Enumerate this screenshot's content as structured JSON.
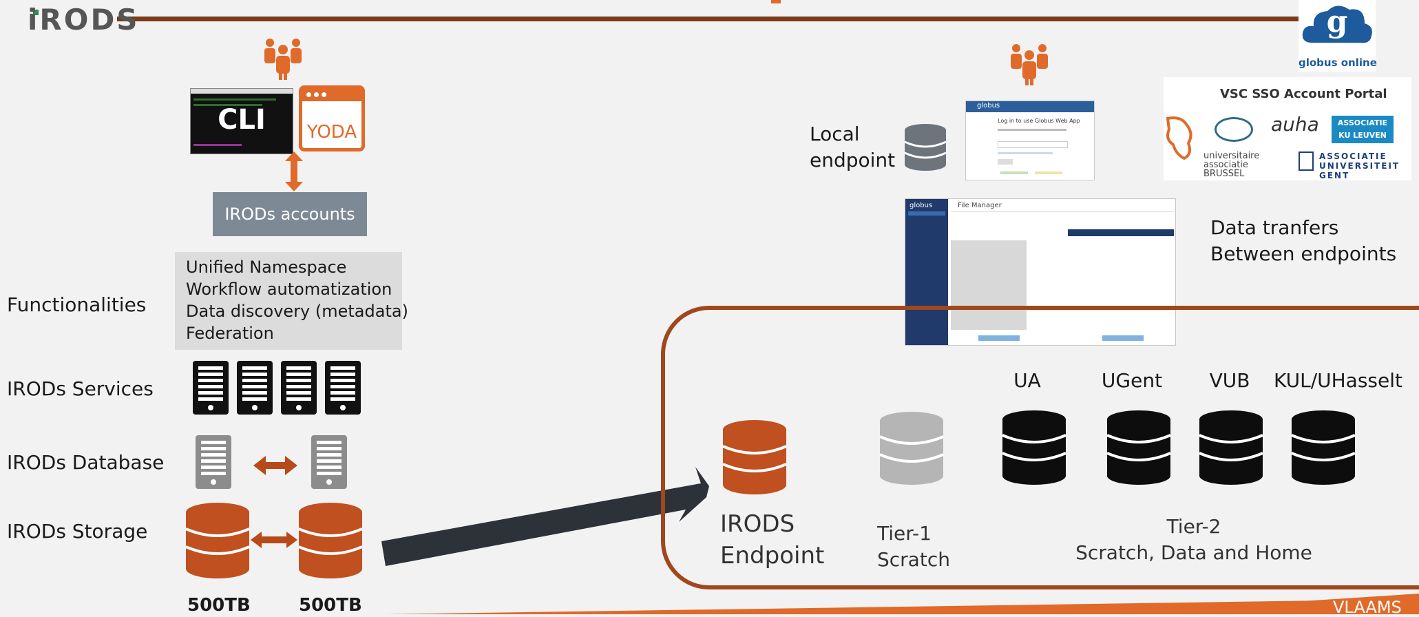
{
  "logo": {
    "text": "iRODS"
  },
  "left": {
    "cli_label": "CLI",
    "yoda_label": "YODA",
    "accounts_label": "IRODs accounts",
    "functionalities_label": "Functionalities",
    "functionalities": [
      "Unified Namespace",
      "Workflow automatization",
      "Data discovery (metadata)",
      "Federation"
    ],
    "services_label": "IRODs Services",
    "database_label": "IRODs Database",
    "storage_label": "IRODs Storage",
    "storage_sizes": [
      "500TB",
      "500TB"
    ]
  },
  "right": {
    "local_endpoint": [
      "Local",
      "endpoint"
    ],
    "globus_caption": "globus online",
    "sso_title": "VSC SSO Account Portal",
    "sso_logos": [
      "auha",
      "ASSOCIATIE KU LEUVEN",
      "universitaire associatie BRUSSEL",
      "ASSOCIATIE UNIVERSITEIT GENT"
    ],
    "globus_app_header": "globus",
    "globus_login_text": "Log in to use Globus Web App",
    "file_manager_title": "File Manager",
    "data_transfers": [
      "Data tranfers",
      "Between endpoints"
    ],
    "endpoint_label": [
      "IRODS",
      "Endpoint"
    ],
    "tier1_label": [
      "Tier-1",
      "Scratch"
    ],
    "tier2_label": [
      "Tier-2",
      "Scratch,  Data and Home"
    ],
    "universities": [
      "UA",
      "UGent",
      "VUB",
      "KUL/UHasselt"
    ]
  },
  "footer": {
    "text": "VLAAMS"
  },
  "colors": {
    "accent": "#c0501f",
    "brown": "#7a3b16",
    "dark": "#2d3238",
    "grey": "#8c8c8c",
    "slate": "#7d8a96"
  }
}
